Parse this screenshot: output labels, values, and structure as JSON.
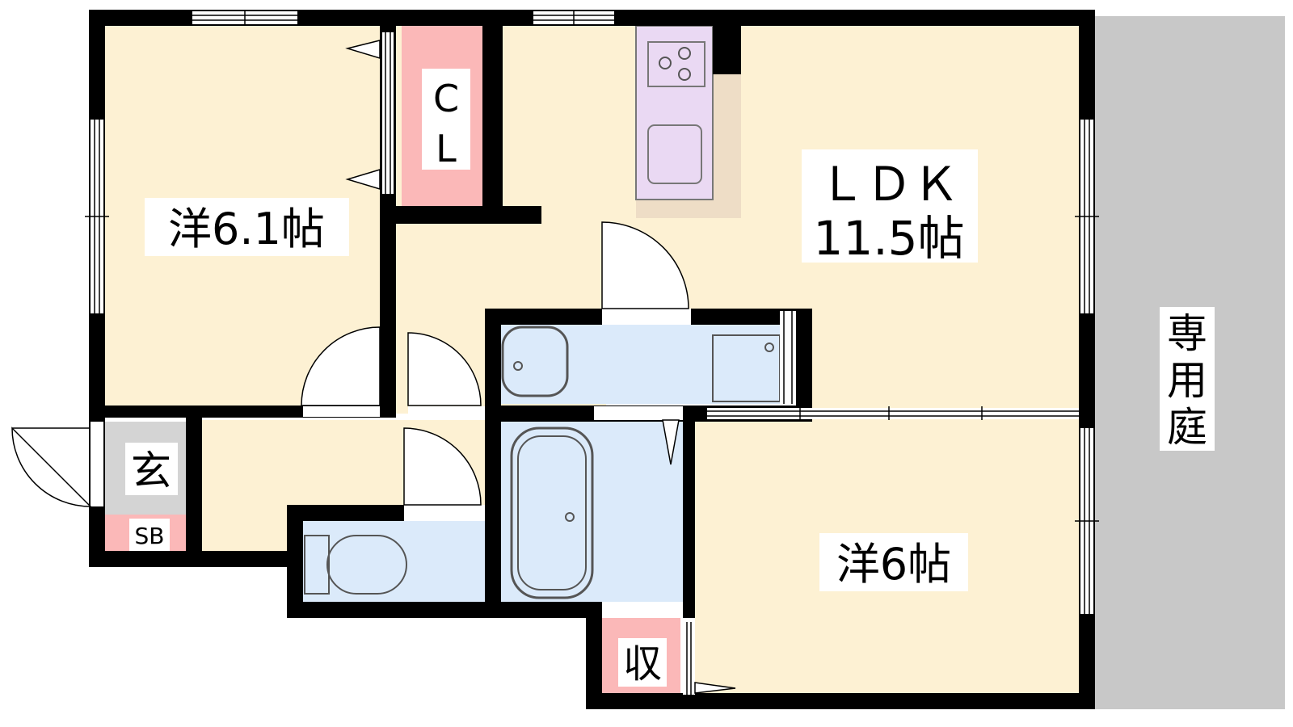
{
  "rooms": {
    "western_a": {
      "name": "洋6.1帖"
    },
    "closet": {
      "line1": "C",
      "line2": "L"
    },
    "ldk": {
      "name": "ＬＤＫ",
      "size": "11.5帖"
    },
    "western_b": {
      "name": "洋6帖"
    },
    "entrance": {
      "name": "玄"
    },
    "shoe_box": {
      "name": "SB"
    },
    "storage": {
      "name": "収"
    },
    "garden": {
      "line1": "専",
      "line2": "用",
      "line3": "庭"
    }
  },
  "colors": {
    "living": "#fdf1d3",
    "wet": "#dbeafa",
    "storage": "#fbb8b8",
    "kitchen": "#ead9f3",
    "counter": "#eeddc6",
    "garden": "#c8c8c8",
    "entrance": "#d4d4d4",
    "wall": "#000000"
  }
}
